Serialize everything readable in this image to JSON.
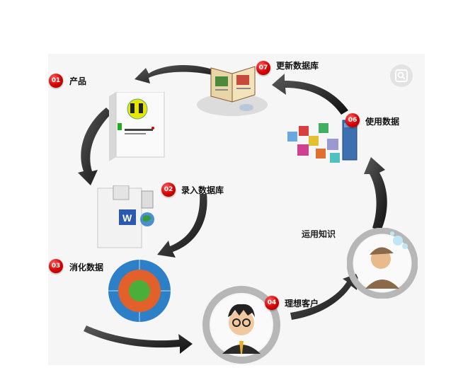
{
  "steps": [
    {
      "num": "01",
      "label": "产品",
      "icon": "product-box-icon"
    },
    {
      "num": "02",
      "label": "录入数据库",
      "icon": "word-document-icon"
    },
    {
      "num": "03",
      "label": "消化数据",
      "icon": "ring-chart-icon"
    },
    {
      "num": "04",
      "label": "理想客户",
      "icon": "businessman-avatar-icon"
    },
    {
      "num": "06",
      "label": "使用数据",
      "icon": "data-blocks-icon"
    },
    {
      "num": "07",
      "label": "更新数据库",
      "icon": "book-icon"
    }
  ],
  "connector_label": "运用知识",
  "box_text": "01",
  "colors": {
    "badge": "#d40000",
    "arrow": "#1a1a1a",
    "canvas": "#f6f6f6"
  }
}
